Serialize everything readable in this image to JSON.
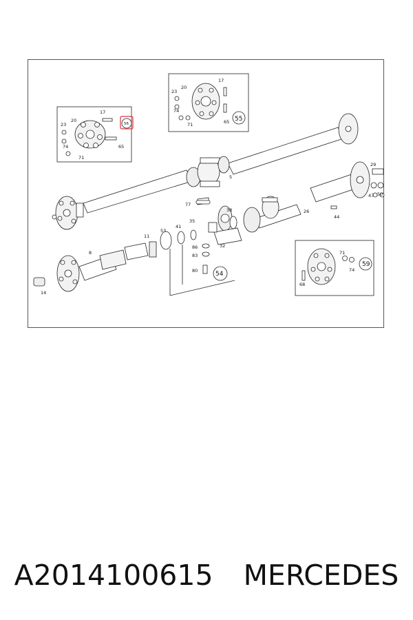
{
  "caption": {
    "part_number": "A2014100615",
    "brand": "MERCEDES"
  },
  "diagram": {
    "highlight_color": "#d9303a",
    "highlighted_callout": "56",
    "callouts": {
      "c5": "5",
      "c8": "8",
      "c11": "11",
      "c14": "14",
      "c17a": "17",
      "c17b": "17",
      "c20a": "20",
      "c20b": "20",
      "c23a": "23",
      "c23b": "23",
      "c26": "26",
      "c29": "29",
      "c32": "32",
      "c35": "35",
      "c38": "38",
      "c41": "41",
      "c44": "44",
      "c47": "47",
      "c50": "50",
      "c53": "53",
      "c54": "54",
      "c55": "55",
      "c56": "56",
      "c59": "59",
      "c65a": "65",
      "c65b": "65",
      "c68": "68",
      "c71a": "71",
      "c71b": "71",
      "c71c": "71",
      "c74a": "74",
      "c74b": "74",
      "c74c": "74",
      "c77": "77",
      "c80": "80",
      "c83": "83",
      "c86": "86"
    }
  }
}
